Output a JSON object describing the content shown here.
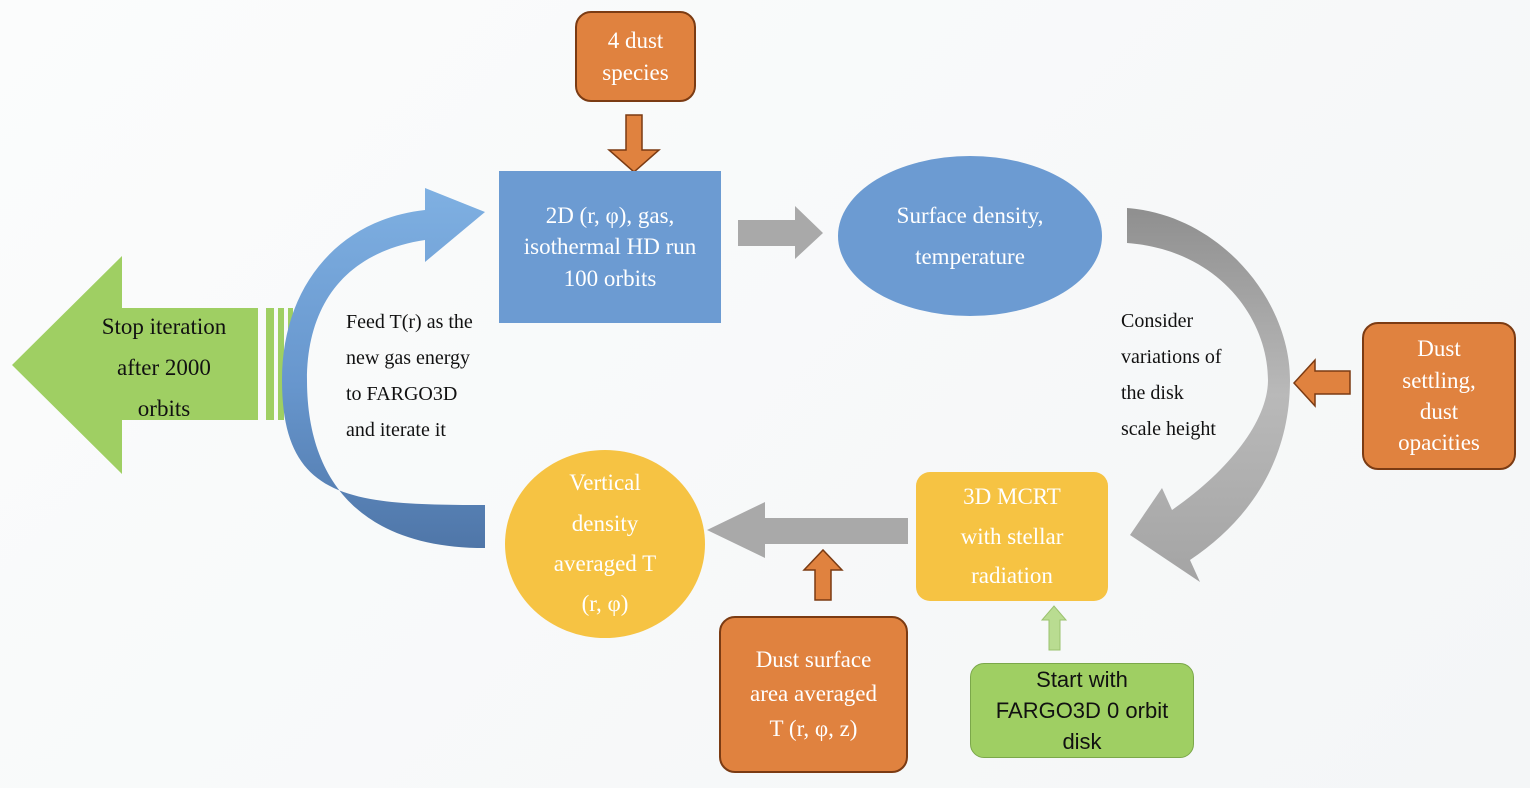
{
  "nodes": {
    "dust_species": [
      "4 dust",
      "species"
    ],
    "hd_run": [
      "2D (r, φ), gas,",
      "isothermal HD run",
      "100 orbits"
    ],
    "surface_density": [
      "Surface density,",
      "temperature"
    ],
    "dust_settling": [
      "Dust",
      "settling,",
      "dust",
      "opacities"
    ],
    "mcrt": [
      "3D MCRT",
      "with stellar",
      "radiation"
    ],
    "vertical_density": [
      "Vertical",
      "density",
      "averaged T",
      "(r, φ)"
    ],
    "dust_surface": [
      "Dust surface",
      "area averaged",
      "T (r, φ, z)"
    ],
    "start": [
      "Start with",
      "FARGO3D 0 orbit",
      "disk"
    ]
  },
  "annotations": {
    "feed": [
      "Feed T(r) as the",
      "new gas energy",
      "to FARGO3D",
      "and  iterate it"
    ],
    "consider": [
      "Consider",
      "variations of",
      "the disk",
      "scale height"
    ],
    "stop": [
      "Stop iteration",
      "after 2000",
      "orbits"
    ]
  },
  "colors": {
    "blue": "#6c9bd2",
    "orange": "#e0823f",
    "yellow": "#f6c343",
    "green": "#9fcf63",
    "gray": "#a9a9a9"
  }
}
